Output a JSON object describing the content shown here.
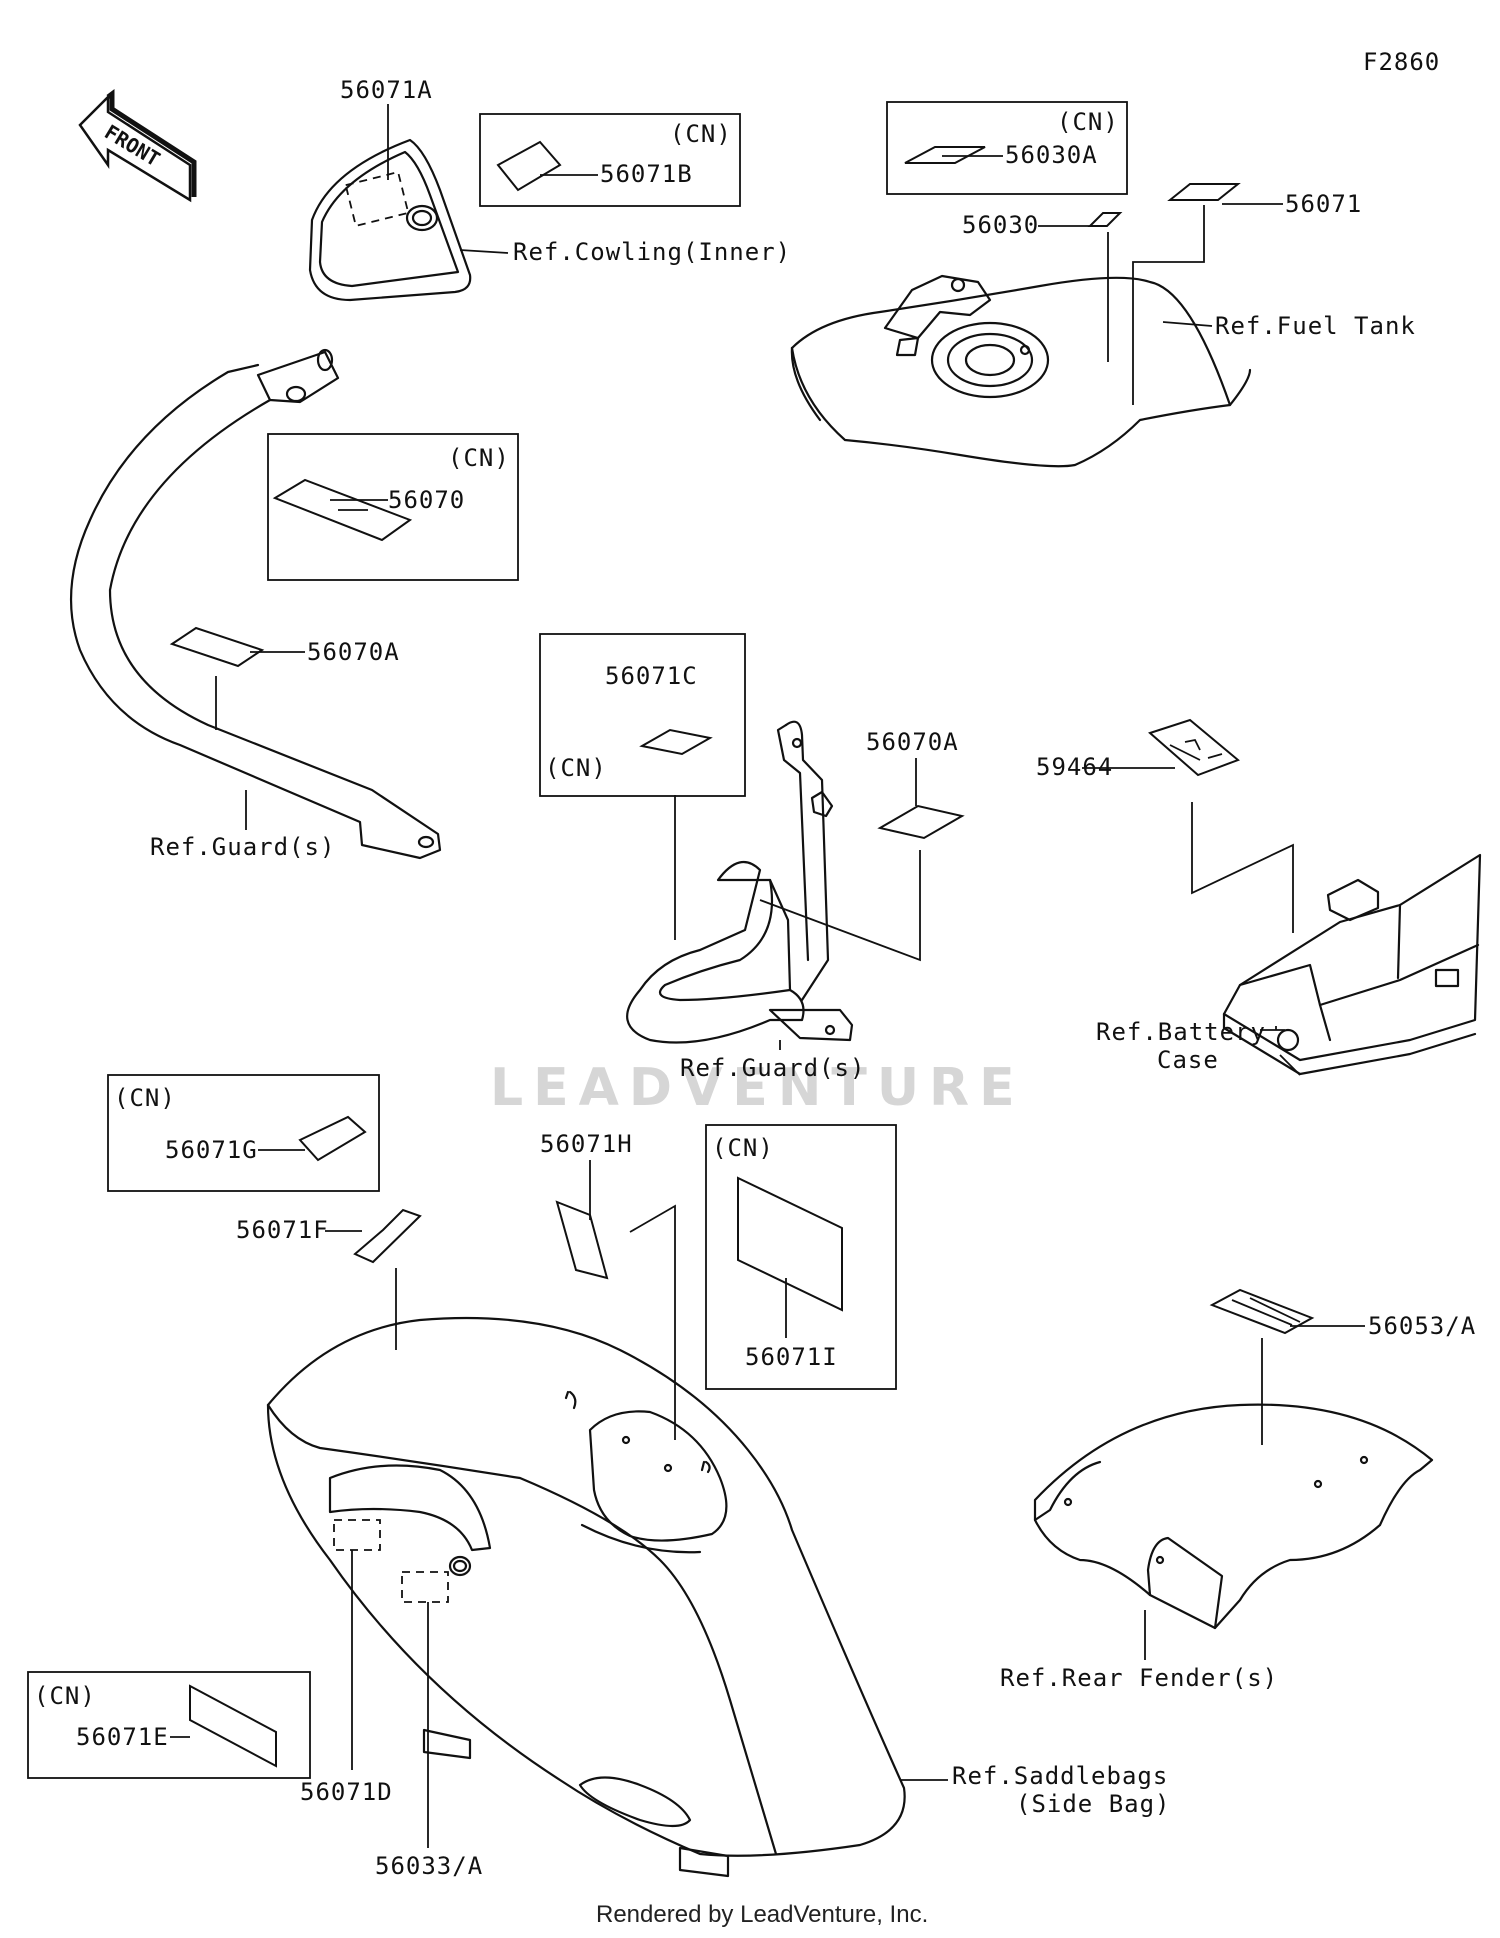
{
  "figure_code": "F2860",
  "front_label": "FRONT",
  "watermark": "LEADVENTURE",
  "footer": "Rendered by LeadVenture, Inc.",
  "cn_tag": "(CN)",
  "labels": {
    "p56071A": "56071A",
    "p56071B": "56071B",
    "ref_cowling": "Ref.Cowling(Inner)",
    "p56030A": "56030A",
    "p56030": "56030",
    "p56071": "56071",
    "ref_fuel_tank": "Ref.Fuel Tank",
    "p56070": "56070",
    "p56070A_left": "56070A",
    "ref_guard_left": "Ref.Guard(s)",
    "p56071C": "56071C",
    "p56070A_center": "56070A",
    "ref_guard_center": "Ref.Guard(s)",
    "p59464": "59464",
    "ref_battery_line1": "Ref.Battery",
    "ref_battery_line2": "Case",
    "p56071G": "56071G",
    "p56071F": "56071F",
    "p56071H": "56071H",
    "p56071I": "56071I",
    "p56053A": "56053/A",
    "p56071E": "56071E",
    "p56071D": "56071D",
    "p56033A": "56033/A",
    "ref_saddlebags_line1": "Ref.Saddlebags",
    "ref_saddlebags_line2": "(Side Bag)",
    "ref_rear_fender": "Ref.Rear Fender(s)"
  }
}
